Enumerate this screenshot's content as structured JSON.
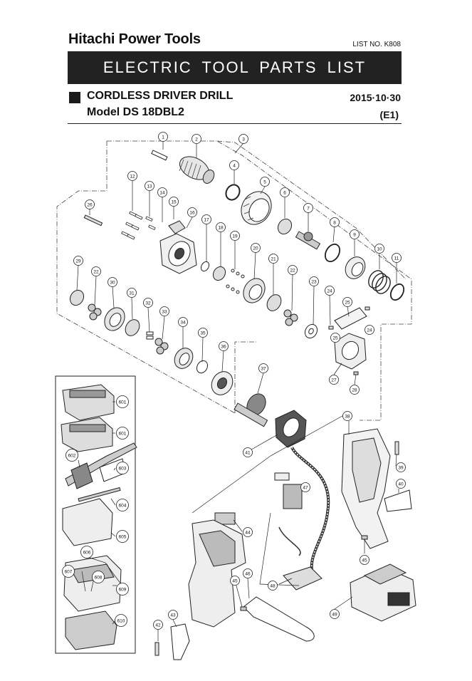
{
  "header": {
    "brand": "Hitachi Power Tools",
    "list_no": "LIST NO. K808",
    "banner": "ELECTRIC TOOL PARTS LIST",
    "product": "CORDLESS DRIVER DRILL",
    "date": "2015·10·30",
    "model": "Model DS 18DBL2",
    "code": "(E1)"
  },
  "callouts": [
    "1",
    "2",
    "3",
    "4",
    "5",
    "6",
    "7",
    "8",
    "9",
    "10",
    "11",
    "12",
    "13",
    "14",
    "15",
    "16",
    "17",
    "18",
    "19",
    "20",
    "21",
    "22",
    "22",
    "23",
    "24",
    "24",
    "25",
    "25",
    "26",
    "27",
    "28",
    "29",
    "30",
    "31",
    "32",
    "33",
    "34",
    "35",
    "36",
    "37",
    "38",
    "39",
    "40",
    "41",
    "42",
    "43",
    "44",
    "45",
    "45",
    "46",
    "47",
    "48",
    "49",
    "601",
    "601",
    "602",
    "603",
    "604",
    "605",
    "606",
    "607",
    "608",
    "609",
    "610"
  ]
}
